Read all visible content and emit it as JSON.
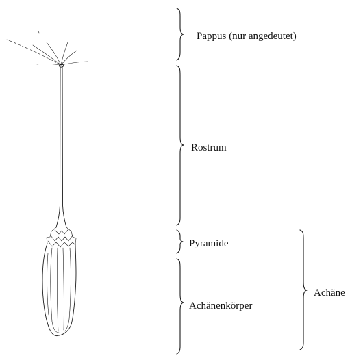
{
  "labels": {
    "pappus": "Pappus (nur angedeutet)",
    "rostrum": "Rostrum",
    "pyramide": "Pyramide",
    "achaenenkoerper": "Achänenkörper",
    "achaene": "Achäne"
  },
  "colors": {
    "ink": "#1a1a1a",
    "background": "#ffffff"
  }
}
